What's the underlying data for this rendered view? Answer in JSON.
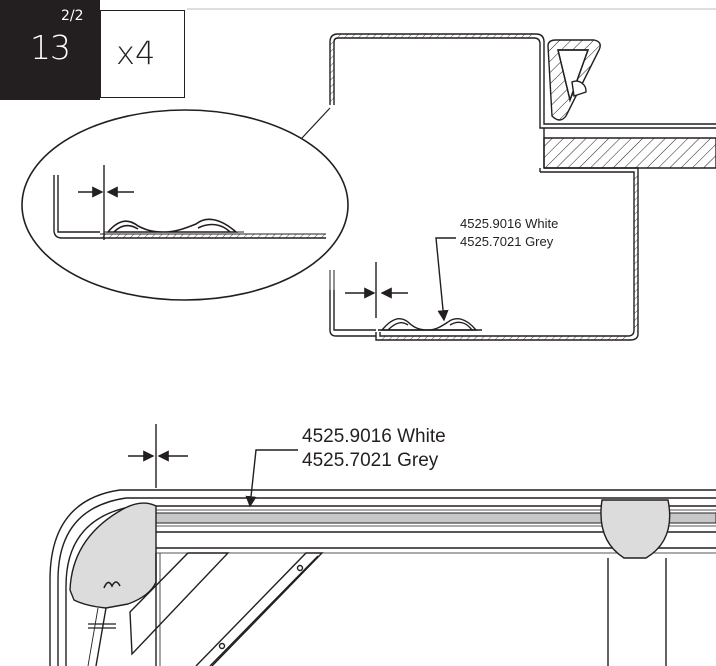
{
  "step": {
    "number": "13",
    "fraction": "2/2",
    "quantity": "x4"
  },
  "top_callout": {
    "line1": "4525.9016 White",
    "line2": "4525.7021 Grey"
  },
  "bottom_callout": {
    "line1": "4525.9016 White",
    "line2": "4525.7021 Grey"
  },
  "colors": {
    "ink": "#231f20",
    "seal_fill": "#c8c8c8",
    "cap_fill": "#dcdcdc",
    "background": "#ffffff"
  }
}
